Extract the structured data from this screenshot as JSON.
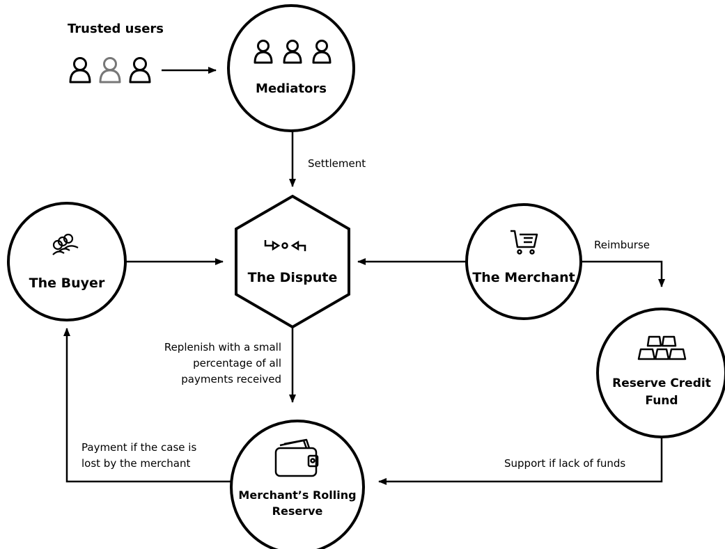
{
  "trusted_users": {
    "label": "Trusted users"
  },
  "nodes": {
    "mediators": {
      "title": "Mediators",
      "icon": "three-users-icon"
    },
    "dispute": {
      "title": "The Dispute",
      "icon": "exchange-arrows-icon"
    },
    "buyer": {
      "title": "The Buyer",
      "icon": "group-icon"
    },
    "merchant": {
      "title": "The Merchant",
      "icon": "shopping-cart-icon"
    },
    "reserve_fund": {
      "title_line1": "Reserve Credit",
      "title_line2": "Fund",
      "icon": "gold-bars-icon"
    },
    "rolling_reserve": {
      "title_line1": "Merchant’s Rolling",
      "title_line2": "Reserve",
      "icon": "wallet-icon"
    }
  },
  "edges": {
    "settlement": "Settlement",
    "reimburse": "Reimburse",
    "replenish_line1": "Replenish with a small",
    "replenish_line2": "percentage of all",
    "replenish_line3": "payments received",
    "payment_line1": "Payment if the case is",
    "payment_line2": "lost by the merchant",
    "support": "Support if lack of funds"
  },
  "colors": {
    "stroke": "#000000",
    "muted_user": "#777777",
    "background": "#ffffff"
  }
}
